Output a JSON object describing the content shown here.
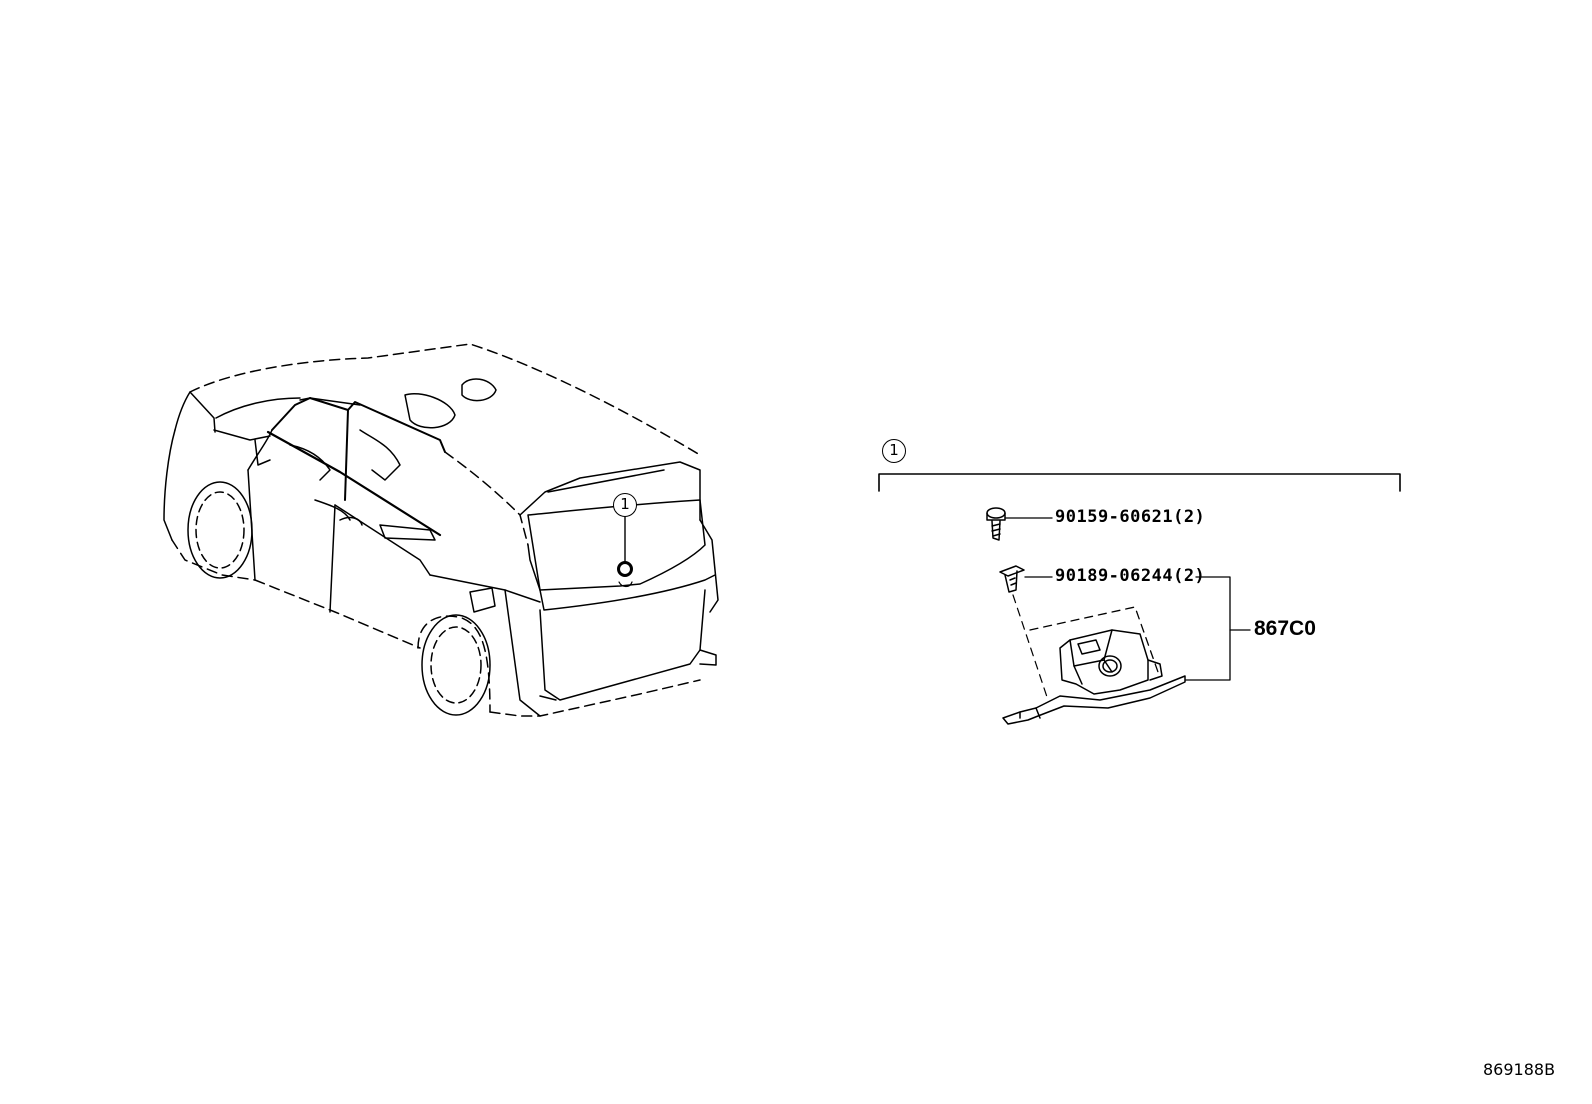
{
  "diagram": {
    "callout_number": "1",
    "parts": [
      {
        "part_number": "90159-60621(2)",
        "part": "screw"
      },
      {
        "part_number": "90189-06244(2)",
        "part": "clip"
      }
    ],
    "assembly_number": "867C0",
    "illustration_id": "869188B"
  }
}
